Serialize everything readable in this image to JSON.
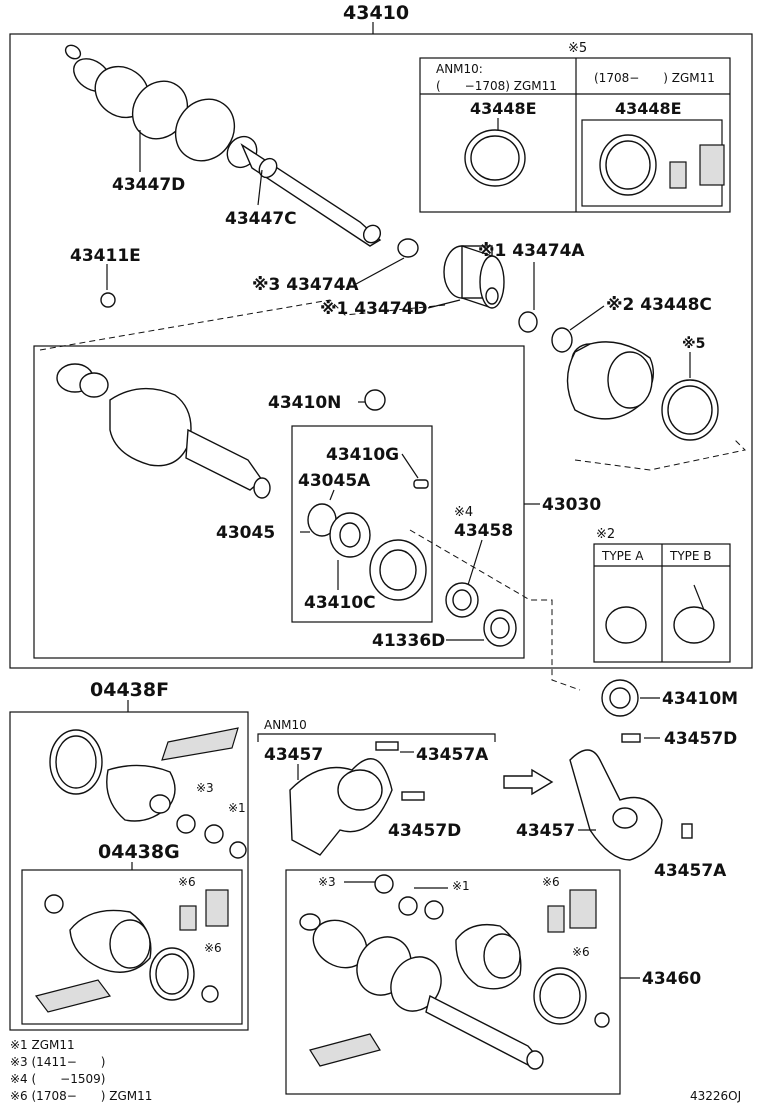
{
  "labels": {
    "main_assembly": "43410",
    "boot_kit_outer_band": "43447D",
    "boot_clamp": "43447C",
    "snap_ring": "43411E",
    "clamp_3": "※3 43474A",
    "clamp_1": "※1 43474A",
    "damper": "※1 43474D",
    "clamp_2": "※2 43448C",
    "note_5_mark": "※5",
    "note_5_left_cond_line1": "ANM10:",
    "note_5_left_cond_line2": "(　　−1708) ZGM11",
    "note_5_right_cond": "(1708−　　) ZGM11",
    "band_left": "43448E",
    "band_right": "43448E",
    "snap_ring_n": "43410N",
    "bearing_pin": "43410G",
    "bearing_snap": "43045A",
    "bearing": "43045",
    "inboard_joint": "43030",
    "note_4_mark": "※4",
    "seal_43458": "43458",
    "bearing_retainer": "43410C",
    "dust_seal": "41336D",
    "note_2_mark": "※2",
    "type_a": "TYPE A",
    "type_b": "TYPE B",
    "seal_43410m": "43410M",
    "bolt_d_right": "43457D",
    "bracket_right": "43457",
    "bolt_a_right": "43457A",
    "boot_kit_f": "04438F",
    "boot_kit_g": "04438G",
    "anm10": "ANM10",
    "bracket_left": "43457",
    "bolt_a_left": "43457A",
    "bolt_d_left": "43457D",
    "outboard_joint": "43460",
    "mark_3": "※3",
    "mark_1": "※1",
    "mark_6": "※6"
  },
  "footnotes": [
    "※1 ZGM11",
    "※3 (1411−　　)",
    "※4 (　　−1509)",
    "※6 (1708−　　) ZGM11"
  ],
  "drawing_code": "43226OJ"
}
